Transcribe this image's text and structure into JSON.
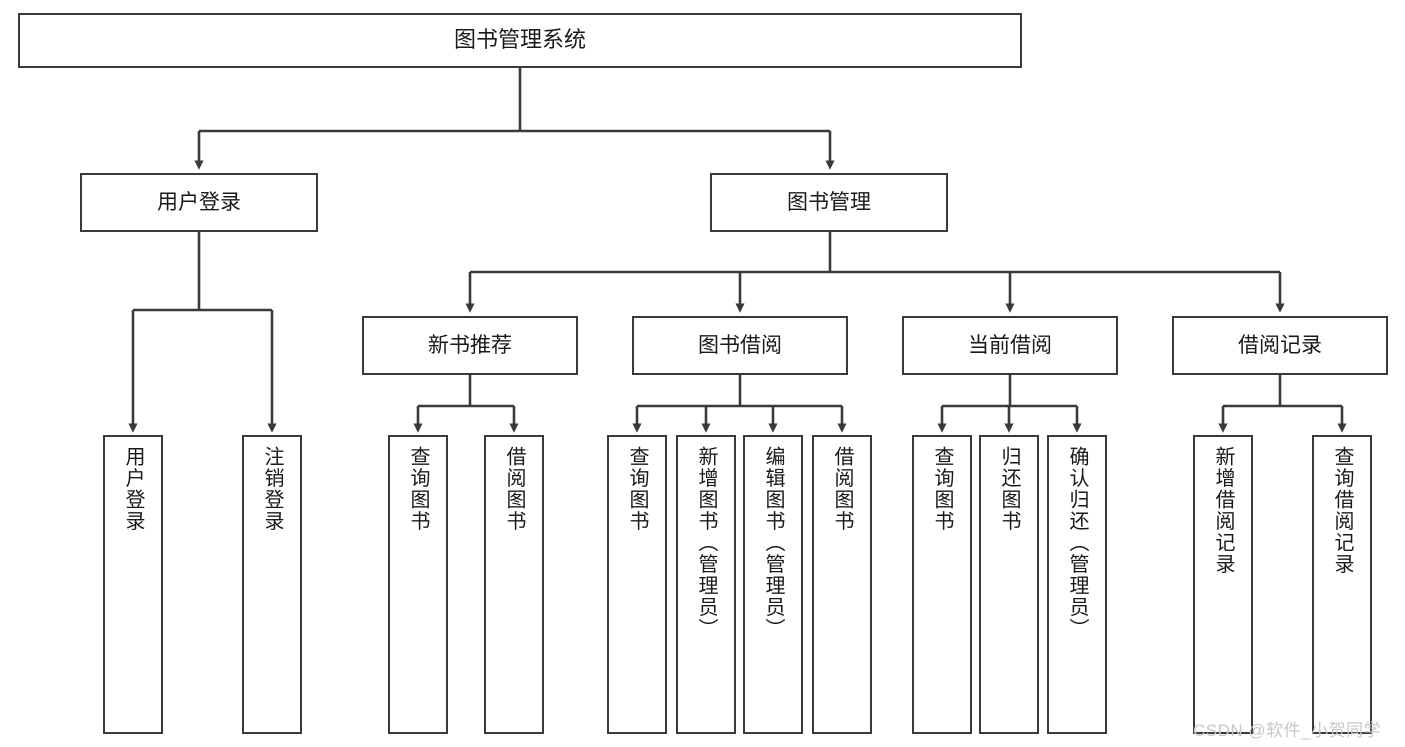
{
  "diagram": {
    "title": "图书管理系统",
    "type": "hierarchy-tree",
    "watermark": "CSDN @软件_小贺同学",
    "colors": {
      "box_border": "#3a3a3a",
      "box_fill": "#ffffff",
      "edge": "#3a3a3a",
      "text": "#1a1a1a",
      "watermark": "#c8c8c8"
    },
    "nodes": {
      "root": {
        "label": "图书管理系统",
        "level": 1
      },
      "l2": [
        {
          "id": "user_login",
          "label": "用户登录",
          "level": 2
        },
        {
          "id": "book_mgmt",
          "label": "图书管理",
          "level": 2
        }
      ],
      "l3": [
        {
          "id": "new_book_rec",
          "label": "新书推荐",
          "level": 3,
          "parent": "book_mgmt"
        },
        {
          "id": "book_borrow",
          "label": "图书借阅",
          "level": 3,
          "parent": "book_mgmt"
        },
        {
          "id": "current_borrow",
          "label": "当前借阅",
          "level": 3,
          "parent": "book_mgmt"
        },
        {
          "id": "borrow_record",
          "label": "借阅记录",
          "level": 3,
          "parent": "book_mgmt"
        }
      ],
      "leaves": [
        {
          "id": "leaf_user_login",
          "label": "用户登录",
          "parent": "user_login"
        },
        {
          "id": "leaf_logout",
          "label": "注销登录",
          "parent": "user_login"
        },
        {
          "id": "leaf_query_book_1",
          "label": "查询图书",
          "parent": "new_book_rec"
        },
        {
          "id": "leaf_borrow_book_1",
          "label": "借阅图书",
          "parent": "new_book_rec"
        },
        {
          "id": "leaf_query_book_2",
          "label": "查询图书",
          "parent": "book_borrow"
        },
        {
          "id": "leaf_add_book",
          "label": "新增图书（管理员）",
          "parent": "book_borrow"
        },
        {
          "id": "leaf_edit_book",
          "label": "编辑图书（管理员）",
          "parent": "book_borrow"
        },
        {
          "id": "leaf_borrow_book_2",
          "label": "借阅图书",
          "parent": "book_borrow"
        },
        {
          "id": "leaf_query_book_3",
          "label": "查询图书",
          "parent": "current_borrow"
        },
        {
          "id": "leaf_return_book",
          "label": "归还图书",
          "parent": "current_borrow"
        },
        {
          "id": "leaf_confirm_return",
          "label": "确认归还（管理员）",
          "parent": "current_borrow"
        },
        {
          "id": "leaf_add_record",
          "label": "新增借阅记录",
          "parent": "borrow_record"
        },
        {
          "id": "leaf_query_record",
          "label": "查询借阅记录",
          "parent": "borrow_record"
        }
      ]
    }
  }
}
